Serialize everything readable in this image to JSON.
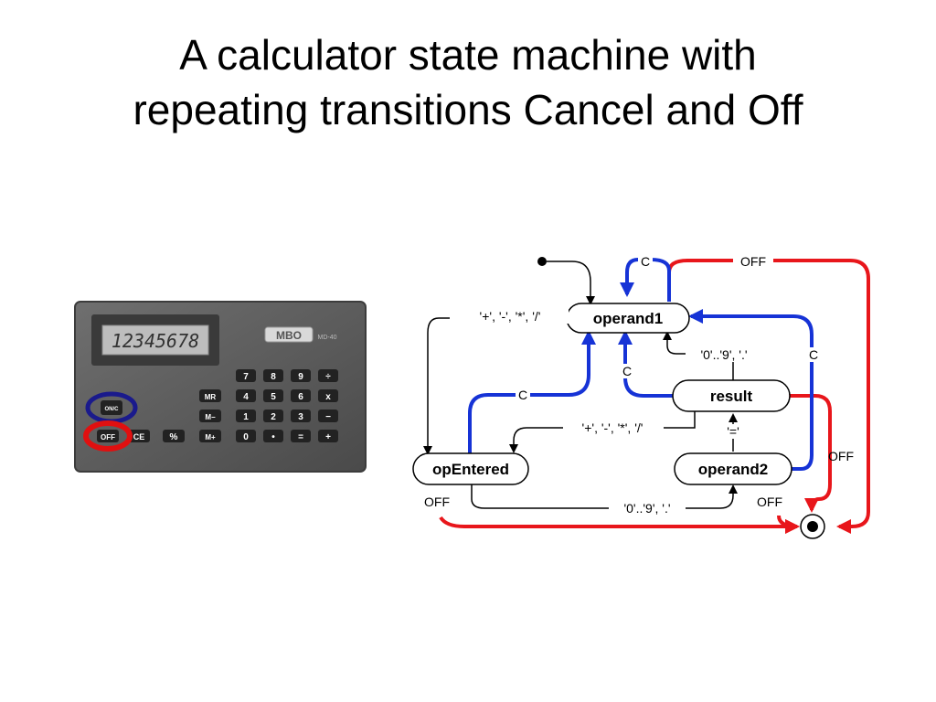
{
  "title": {
    "line1": "A calculator state machine with",
    "line2": "repeating transitions Cancel and Off"
  },
  "calculator": {
    "display": "12345678",
    "brand": "MBO",
    "model": "MD-40",
    "keys": {
      "row1": [
        "7",
        "8",
        "9",
        "÷"
      ],
      "row2": [
        "MR",
        "4",
        "5",
        "6",
        "x"
      ],
      "row3": [
        "M−",
        "1",
        "2",
        "3",
        "−"
      ],
      "row4": [
        "M+",
        "0",
        "•",
        "=",
        "+"
      ],
      "on_c": "ON/C",
      "off": "OFF",
      "ce": "CE",
      "percent": "%"
    },
    "highlight_colors": {
      "on_c": "#1a1a8c",
      "off": "#e01010"
    }
  },
  "diagram": {
    "states": {
      "operand1": "operand1",
      "result": "result",
      "opEntered": "opEntered",
      "operand2": "operand2"
    },
    "labels": {
      "c_top": "C",
      "off_top": "OFF",
      "ops_top": "'+', '-', '*',  '/'",
      "digits_top": "'0'..'9', '.'",
      "c_result": "C",
      "c_operand2": "C",
      "c_opentered": "C",
      "ops_mid": "'+', '-', '*',  '/'",
      "equals": "'='",
      "off_right": "OFF",
      "off_left": "OFF",
      "digits_bottom": "'0'..'9', '.'",
      "off_bottom": "OFF"
    },
    "colors": {
      "cancel": "#1633d6",
      "off": "#e8161b",
      "normal": "#000000"
    }
  }
}
